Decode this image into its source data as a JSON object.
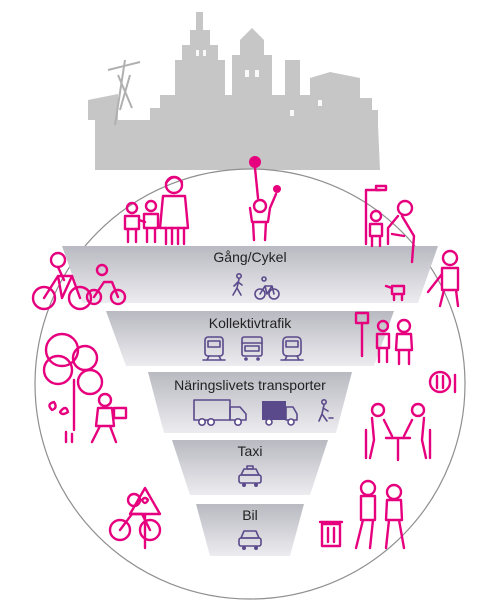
{
  "diagram": {
    "tiers": [
      {
        "label": "Gång/Cykel",
        "icons": [
          "walking-person-icon",
          "bicycle-icon"
        ]
      },
      {
        "label": "Kollektivtrafik",
        "icons": [
          "tram-icon",
          "bus-icon",
          "train-icon"
        ]
      },
      {
        "label": "Näringslivets transporter",
        "icons": [
          "truck-icon",
          "van-icon",
          "delivery-worker-icon"
        ]
      },
      {
        "label": "Taxi",
        "icons": [
          "taxi-icon"
        ]
      },
      {
        "label": "Bil",
        "icons": [
          "car-icon"
        ]
      }
    ],
    "colors": {
      "accent": "#e6007e",
      "icon": "#5b4a8b",
      "tier_fill": "#c9c9cf",
      "tier_fill_light": "#e4e4e8",
      "skyline": "#c6c6c6",
      "circle_stroke": "#8f8f8f"
    }
  }
}
